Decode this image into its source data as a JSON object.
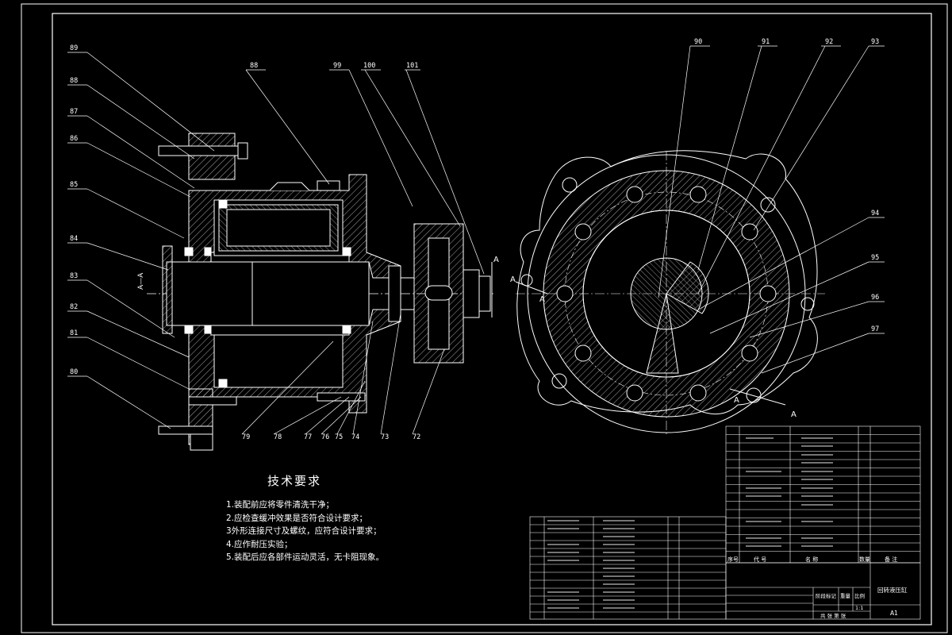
{
  "drawing": {
    "section_labels": [
      "A",
      "A",
      "A",
      "A",
      "A",
      "A—A"
    ],
    "part_callouts": [
      "89",
      "88",
      "87",
      "86",
      "85",
      "84",
      "83",
      "82",
      "81",
      "80",
      "88",
      "99",
      "100",
      "101",
      "79",
      "78",
      "77",
      "76",
      "75",
      "74",
      "73",
      "72",
      "90",
      "91",
      "92",
      "93",
      "94",
      "95",
      "96",
      "97"
    ]
  },
  "tech_requirements": {
    "title": "技术要求",
    "items": [
      "1.装配前应将零件清洗干净；",
      "2.应检查缓冲效果是否符合设计要求；",
      "3外形连接尺寸及螺纹，应符合设计要求；",
      "4.应作耐压实验；",
      "5.装配后应各部件运动灵活，无卡阻现象。"
    ]
  },
  "title_block": {
    "drawing_name": "回转液压缸",
    "sheet_size": "A1",
    "scale": "1:1",
    "footer_labels": [
      "阶段标记",
      "重量",
      "比例",
      "共 张 第 张"
    ],
    "header_labels": [
      "序号",
      "代  号",
      "名  称",
      "数量",
      "备  注"
    ]
  }
}
